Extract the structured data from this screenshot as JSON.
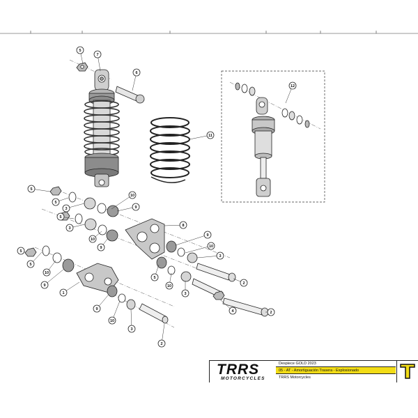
{
  "title_block": {
    "logo_main": "TRRS",
    "logo_sub": "MOTORCYCLES",
    "line1": "Despiece GOLD 2023",
    "line2": "05 - AT - Amortiguación Trasera - Explosionado",
    "line3": "TRRS Motorcycles",
    "highlight_color": "#f2dc16",
    "emblem_icon": "trrs-shield-emblem"
  },
  "callouts": [
    {
      "id": "c5a",
      "label": "5"
    },
    {
      "id": "c7",
      "label": "7"
    },
    {
      "id": "c6",
      "label": "6"
    },
    {
      "id": "c11",
      "label": "11"
    },
    {
      "id": "c12",
      "label": "12"
    },
    {
      "id": "c5b",
      "label": "5"
    },
    {
      "id": "c5c",
      "label": "5"
    },
    {
      "id": "c3a",
      "label": "3"
    },
    {
      "id": "c10a",
      "label": "10"
    },
    {
      "id": "c9a",
      "label": "9"
    },
    {
      "id": "c5d",
      "label": "5"
    },
    {
      "id": "c3b",
      "label": "3"
    },
    {
      "id": "c8",
      "label": "8"
    },
    {
      "id": "c10b",
      "label": "10"
    },
    {
      "id": "c9b",
      "label": "9"
    },
    {
      "id": "c9c",
      "label": "9"
    },
    {
      "id": "c10c",
      "label": "10"
    },
    {
      "id": "c3c",
      "label": "3"
    },
    {
      "id": "c5e",
      "label": "5"
    },
    {
      "id": "c5f",
      "label": "5"
    },
    {
      "id": "c10d",
      "label": "10"
    },
    {
      "id": "c9d",
      "label": "9"
    },
    {
      "id": "c1",
      "label": "1"
    },
    {
      "id": "c5g",
      "label": "5"
    },
    {
      "id": "c10e",
      "label": "10"
    },
    {
      "id": "c3d",
      "label": "3"
    },
    {
      "id": "c2a",
      "label": "2"
    },
    {
      "id": "c4",
      "label": "4"
    },
    {
      "id": "c9e",
      "label": "9"
    },
    {
      "id": "c10f",
      "label": "10"
    },
    {
      "id": "c3e",
      "label": "3"
    },
    {
      "id": "c2b",
      "label": "2"
    },
    {
      "id": "c2c",
      "label": "2"
    }
  ]
}
